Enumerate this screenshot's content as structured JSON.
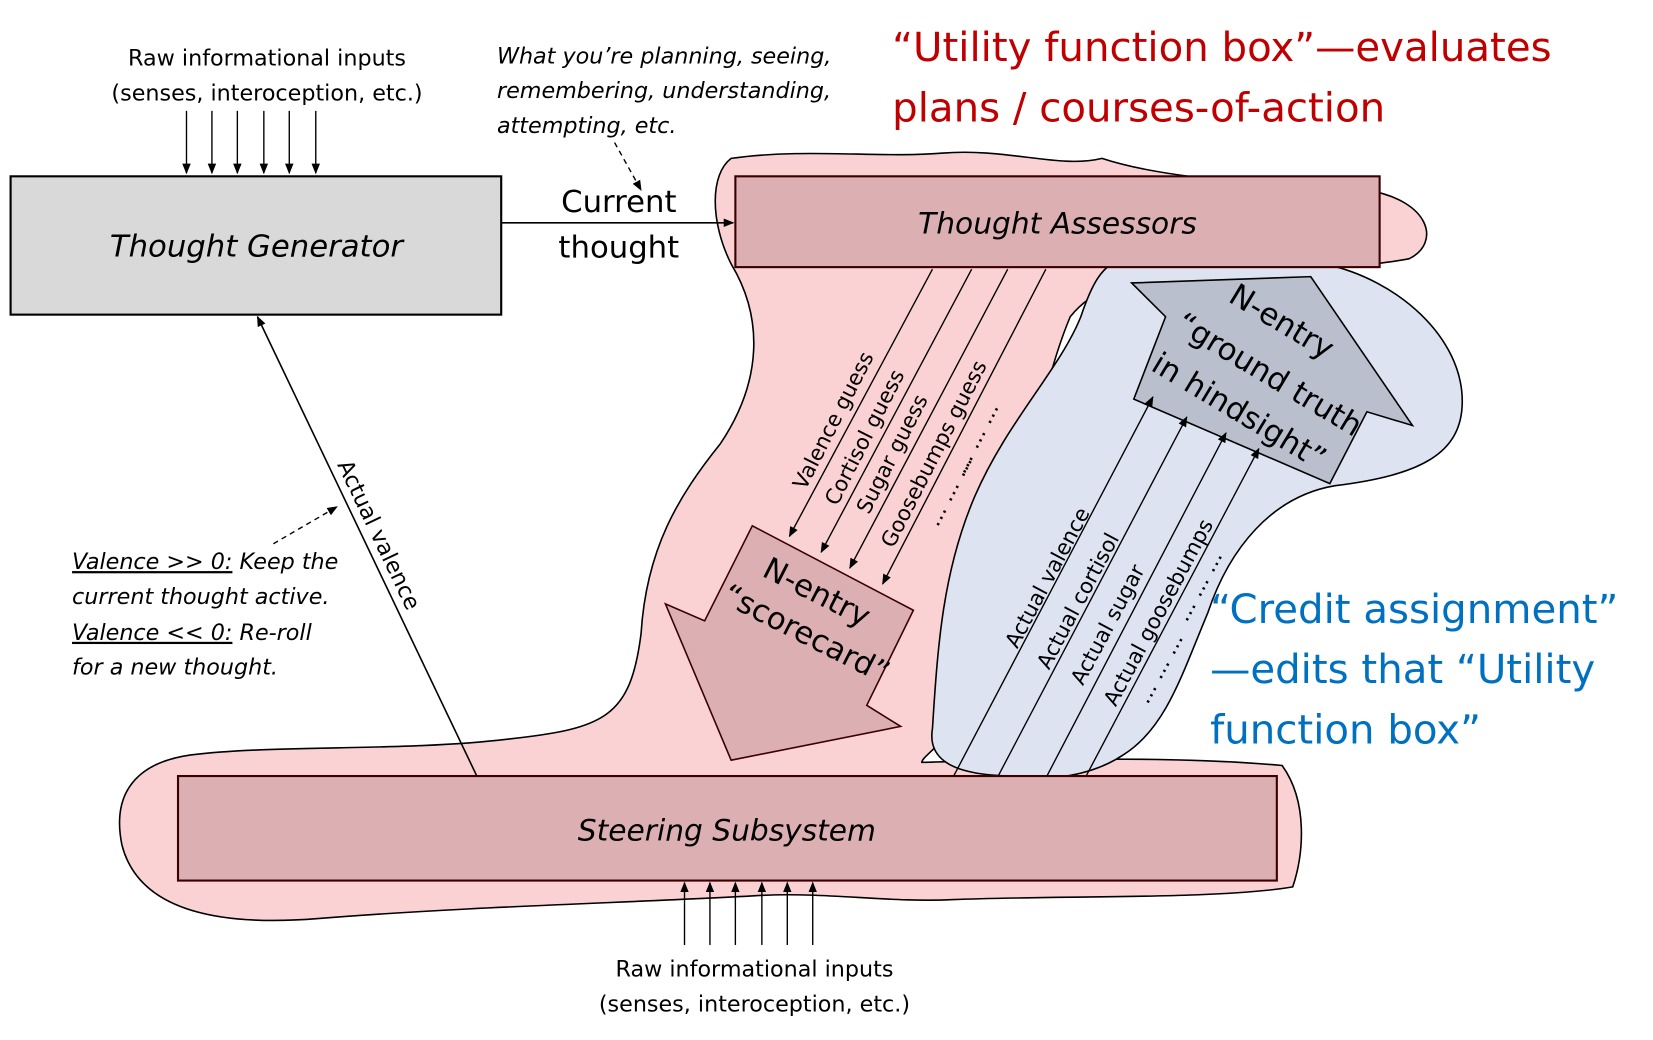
{
  "colors": {
    "utility_region": "#fad2d4",
    "credit_region": "#dde3f1",
    "generator_box": "#d9d9d9",
    "assessor_box": "#dcb0b2",
    "ground_truth_arrow": "#b9bfcc",
    "utility_caption": "#c00000",
    "credit_caption": "#0070c0"
  },
  "top_inputs": {
    "line1": "Raw informational inputs",
    "line2": "(senses, interoception, etc.)"
  },
  "bottom_inputs": {
    "line1": "Raw informational inputs",
    "line2": "(senses, interoception, etc.)"
  },
  "thought_note": {
    "line1": "What you’re planning, seeing,",
    "line2": "remembering, understanding,",
    "line3": "attempting, etc."
  },
  "utility_caption": {
    "line1": "“Utility function box”—evaluates",
    "line2": "plans / courses-of-action"
  },
  "credit_caption": {
    "line1": "“Credit assignment”",
    "line2": "—edits that “Utility",
    "line3": "function box”"
  },
  "boxes": {
    "thought_generator": "Thought Generator",
    "thought_assessors": "Thought Assessors",
    "steering_subsystem": "Steering Subsystem"
  },
  "current_thought": {
    "line1": "Current",
    "line2": "thought"
  },
  "actual_valence_label": "Actual valence",
  "valence_note": {
    "l1_u": "Valence >> 0:",
    "l1": " Keep the",
    "l2": "current thought active.",
    "l3_u": "Valence << 0:",
    "l3": " Re-roll",
    "l4": "for a new thought."
  },
  "guesses": [
    "Valence guess",
    "Cortisol guess",
    "Sugar guess",
    "Goosebumps guess",
    "… … …",
    "… … …"
  ],
  "scorecard": {
    "line1": "N-entry",
    "line2": "“scorecard”"
  },
  "actuals": [
    "Actual valence",
    "Actual cortisol",
    "Actual sugar",
    "Actual goosebumps",
    "… … …",
    "… … …"
  ],
  "ground_truth": {
    "line1": "N-entry",
    "line2": "“ground truth",
    "line3": "in hindsight”"
  }
}
